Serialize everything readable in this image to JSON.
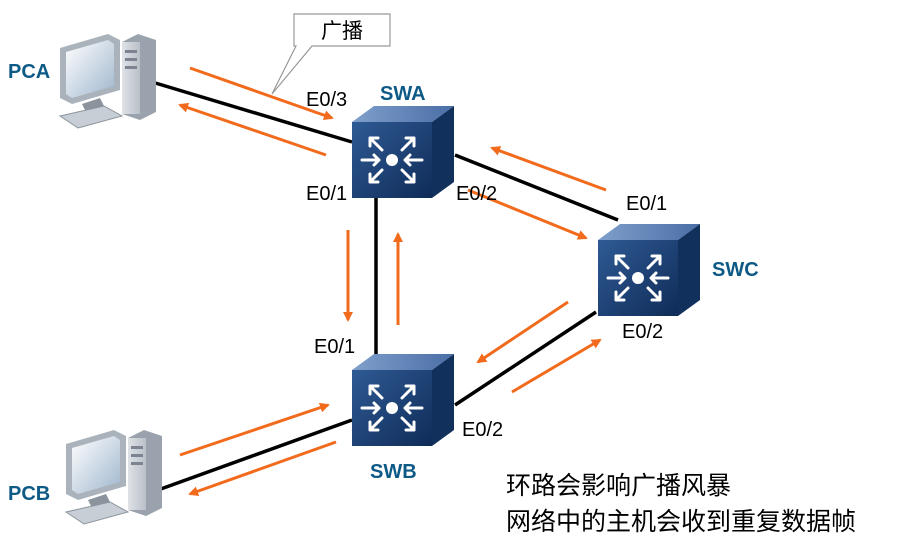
{
  "callout": {
    "text": "广播"
  },
  "devices": {
    "pca": {
      "label": "PCA"
    },
    "pcb": {
      "label": "PCB"
    },
    "swa": {
      "label": "SWA"
    },
    "swb": {
      "label": "SWB"
    },
    "swc": {
      "label": "SWC"
    }
  },
  "ports": {
    "swa_e03": "E0/3",
    "swa_e01": "E0/1",
    "swa_e02": "E0/2",
    "swc_e01": "E0/1",
    "swc_e02": "E0/2",
    "swb_e01": "E0/1",
    "swb_e02": "E0/2"
  },
  "caption": {
    "line1": "环路会影响广播风暴",
    "line2": "网络中的主机会收到重复数据帧"
  },
  "colors": {
    "arrow": "#f26b1d",
    "link": "#000000",
    "label": "#0e5a86",
    "switch_front": "#1c3f73",
    "switch_top": "#5d7fb0"
  },
  "icons": {
    "switch": "switch-icon",
    "pc": "desktop-pc-icon"
  }
}
